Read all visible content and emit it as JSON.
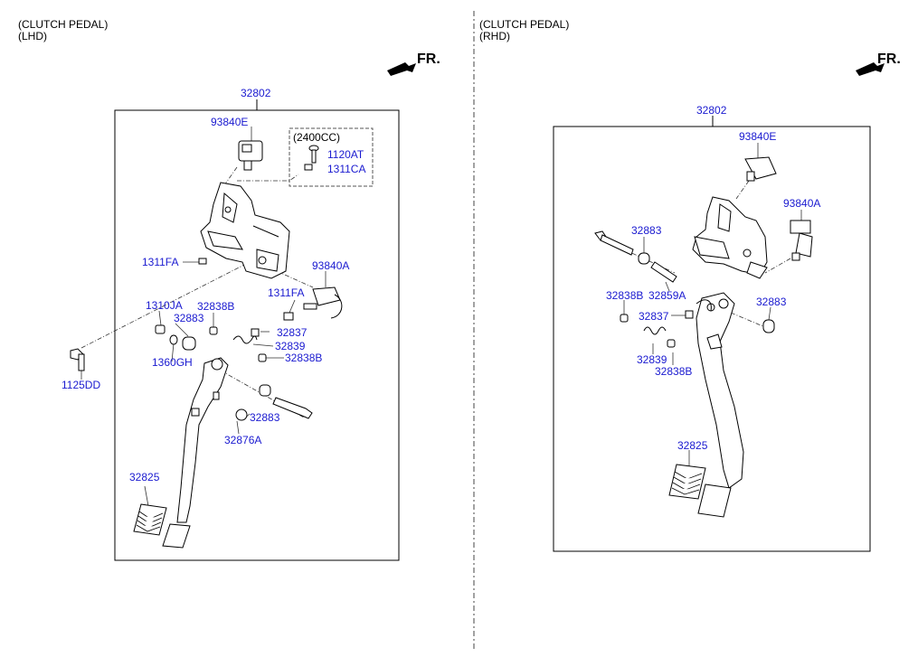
{
  "lhd": {
    "title_line1": "(CLUTCH PEDAL)",
    "title_line2": "(LHD)",
    "fr_label": "FR.",
    "assembly_label": "32802",
    "option_label": "(2400CC)",
    "parts": {
      "p93840E": "93840E",
      "p1120AT": "1120AT",
      "p1311CA": "1311CA",
      "p1311FA_a": "1311FA",
      "p93840A": "93840A",
      "p1311FA_b": "1311FA",
      "p1310JA": "1310JA",
      "p32838B_a": "32838B",
      "p32883_a": "32883",
      "p32837": "32837",
      "p32839": "32839",
      "p32838B_b": "32838B",
      "p1360GH": "1360GH",
      "p1125DD": "1125DD",
      "p32883_b": "32883",
      "p32876A": "32876A",
      "p32825": "32825"
    }
  },
  "rhd": {
    "title_line1": "(CLUTCH PEDAL)",
    "title_line2": "(RHD)",
    "fr_label": "FR.",
    "assembly_label": "32802",
    "parts": {
      "p93840E": "93840E",
      "p93840A": "93840A",
      "p32883_a": "32883",
      "p32838B_a": "32838B",
      "p32859A": "32859A",
      "p32883_b": "32883",
      "p32837": "32837",
      "p32839": "32839",
      "p32838B_b": "32838B",
      "p32825": "32825"
    }
  },
  "colors": {
    "label": "#1a1ad0",
    "line": "#000000",
    "part_fill": "#ffffff"
  }
}
